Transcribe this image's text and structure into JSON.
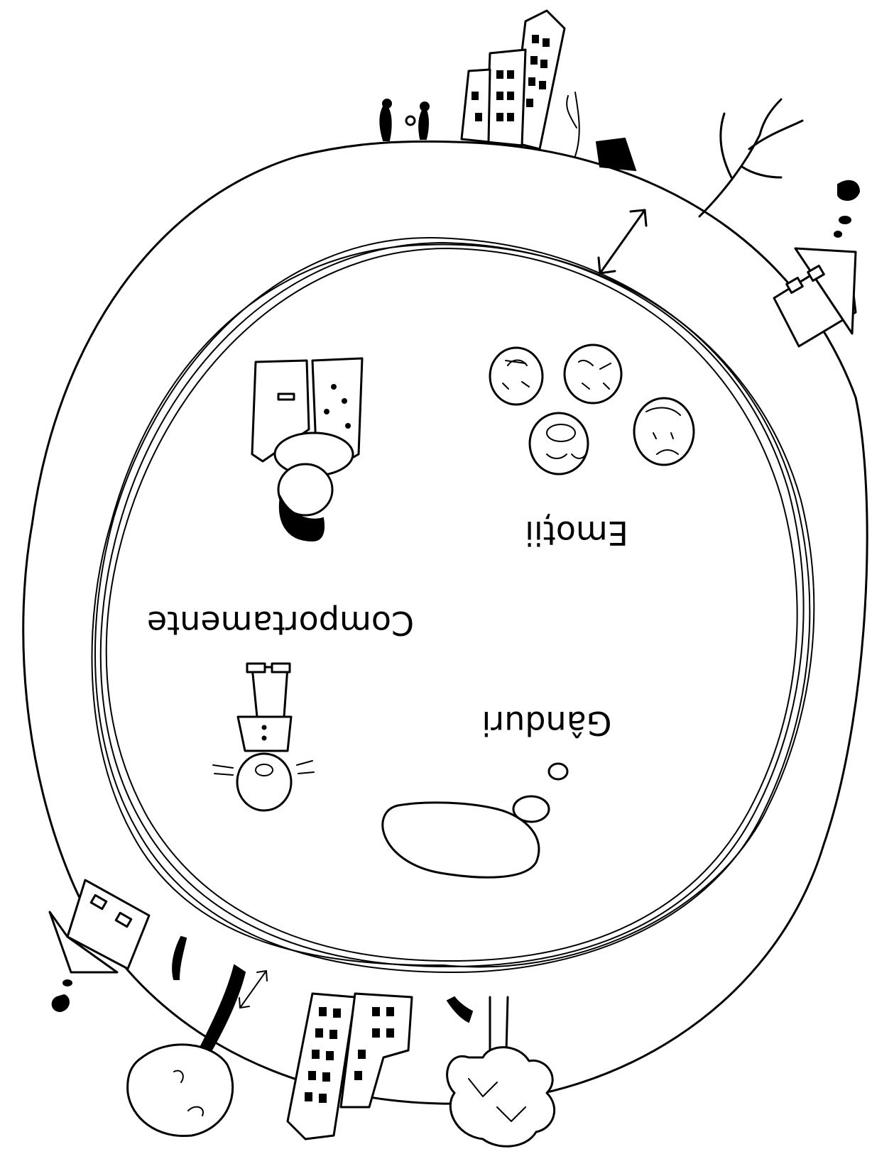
{
  "labels": {
    "thoughts": "Gânduri",
    "emotions": "Emoții",
    "behaviors": "Comportamente"
  },
  "colors": {
    "ink": "#000000",
    "paper": "#ffffff"
  },
  "icons": {
    "thought_bubble": "thought-bubble-icon",
    "emotion_faces": "emotion-faces-icon",
    "person_hugging": "person-hugging-icon",
    "person_surprised": "person-surprised-icon",
    "double_arrow": "double-arrow-icon",
    "house": "house-icon",
    "buildings": "buildings-icon",
    "tree": "tree-icon"
  }
}
